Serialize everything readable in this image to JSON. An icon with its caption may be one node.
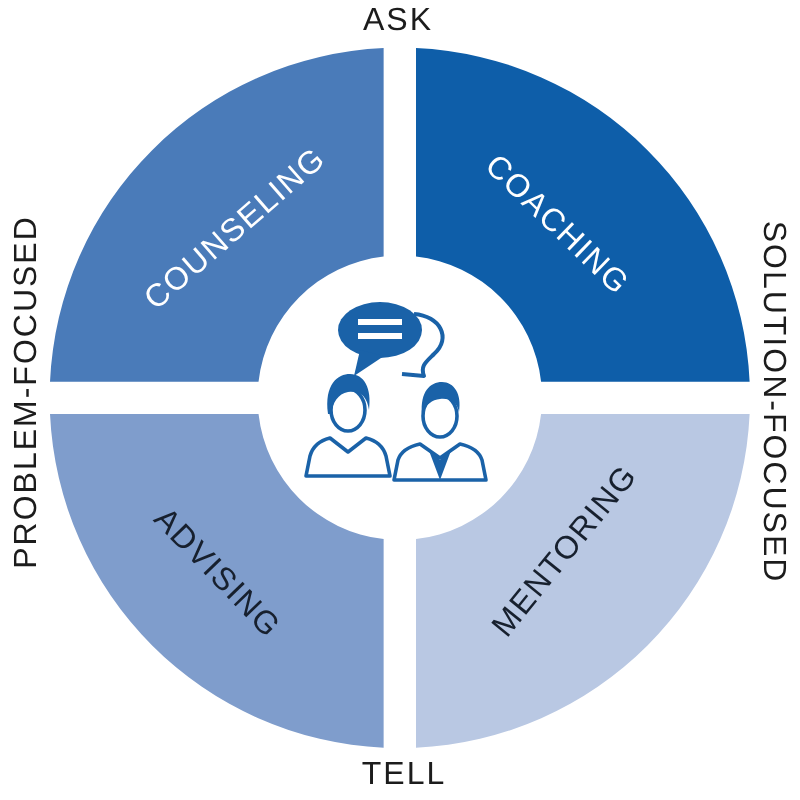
{
  "diagram": {
    "nodes": [
      {
        "text": [
          "COUNSELING"
        ]
      },
      {
        "text": [
          "COACHING"
        ]
      },
      {
        "text": [
          "ADVISING"
        ]
      },
      {
        "text": [
          "MENTORING"
        ]
      }
    ],
    "labels": [
      "ASK",
      "PROBLEM-FOCUSED",
      "SOLUTION-FOCUSED",
      "TELL"
    ]
  }
}
